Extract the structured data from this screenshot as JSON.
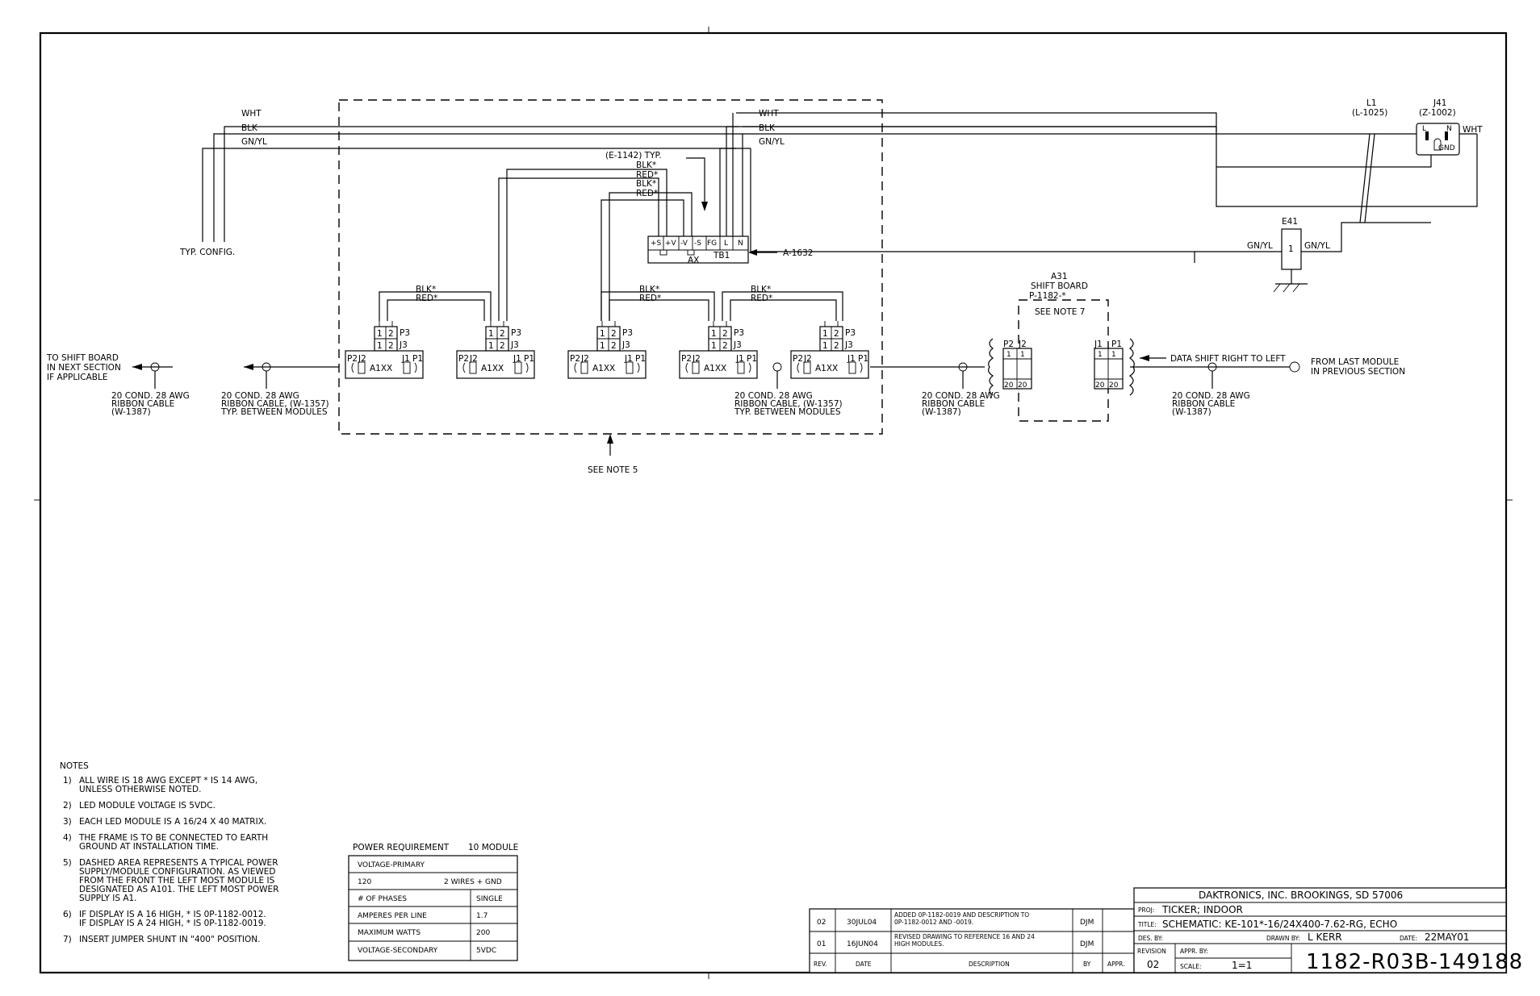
{
  "wiring": {
    "wht": "WHT",
    "blk": "BLK",
    "gnyl": "GN/YL",
    "typ_config": "TYP. CONFIG.",
    "e1142": "(E-1142) TYP.",
    "blk_star": "BLK*",
    "red_star": "RED*",
    "tb1_terminals": [
      "+S",
      "+V",
      "-V",
      "-S",
      "FG",
      "L",
      "N"
    ],
    "tb1": "TB1",
    "ax": "AX",
    "a1632": "A-1632",
    "l1": "L1",
    "l1_part": "(L-1025)",
    "j41": "J41",
    "j41_part": "(Z-1002)",
    "l": "L",
    "n": "N",
    "gnd": "GND",
    "e41": "E41",
    "e41_pin": "1"
  },
  "modules": {
    "p3": "P3",
    "j3": "J3",
    "p2": "P2",
    "j2": "J2",
    "j1": "J1",
    "p1": "P1",
    "name": "A1XX",
    "one": "1",
    "two": "2"
  },
  "shift_board": {
    "ref": "A31",
    "name": "SHIFT BOARD",
    "part": "P-1182-*",
    "note": "SEE NOTE 7",
    "p2": "P2",
    "j2": "J2",
    "j1": "J1",
    "p1": "P1",
    "pin1": "1",
    "pin20": "20"
  },
  "cables": {
    "to_shift_1": "TO SHIFT BOARD",
    "to_shift_2": "IN NEXT SECTION",
    "to_shift_3": "IF APPLICABLE",
    "c1387_1": "20 COND. 28 AWG",
    "c1387_2": "RIBBON CABLE",
    "c1387_3": "(W-1387)",
    "c1357_1": "20 COND. 28 AWG",
    "c1357_2": "RIBBON CABLE, (W-1357)",
    "c1357_3": "TYP. BETWEEN MODULES",
    "data_shift": "DATA SHIFT RIGHT TO LEFT",
    "from_last_1": "FROM LAST MODULE",
    "from_last_2": "IN PREVIOUS SECTION",
    "see_note5": "SEE NOTE 5"
  },
  "notes": {
    "heading": "NOTES",
    "items": [
      {
        "num": "1)",
        "lines": [
          "ALL WIRE IS 18 AWG EXCEPT * IS 14 AWG,",
          "UNLESS OTHERWISE NOTED."
        ]
      },
      {
        "num": "2)",
        "lines": [
          "LED MODULE VOLTAGE IS 5VDC."
        ]
      },
      {
        "num": "3)",
        "lines": [
          "EACH LED MODULE IS A 16/24 X 40 MATRIX."
        ]
      },
      {
        "num": "4)",
        "lines": [
          "THE FRAME IS TO BE CONNECTED TO EARTH",
          "GROUND AT INSTALLATION TIME."
        ]
      },
      {
        "num": "5)",
        "lines": [
          "DASHED AREA REPRESENTS A TYPICAL POWER",
          "SUPPLY/MODULE CONFIGURATION. AS VIEWED",
          "FROM THE FRONT THE LEFT MOST MODULE IS",
          "DESIGNATED AS A101. THE LEFT MOST POWER",
          "SUPPLY IS A1."
        ]
      },
      {
        "num": "6)",
        "lines": [
          "IF DISPLAY IS A 16 HIGH, * IS 0P-1182-0012.",
          "IF DISPLAY IS A 24 HIGH, * IS 0P-1182-0019."
        ]
      },
      {
        "num": "7)",
        "lines": [
          "INSERT JUMPER SHUNT IN \"400\" POSITION."
        ]
      }
    ]
  },
  "power_table": {
    "title": "POWER REQUIREMENT",
    "modules": "10 MODULE",
    "voltage_primary": "VOLTAGE-PRIMARY",
    "v120": "120",
    "wires": "2 WIRES + GND",
    "rows": [
      {
        "label": "# OF PHASES",
        "value": "SINGLE"
      },
      {
        "label": "AMPERES PER LINE",
        "value": "1.7"
      },
      {
        "label": "MAXIMUM WATTS",
        "value": "200"
      },
      {
        "label": "VOLTAGE-SECONDARY",
        "value": "5VDC"
      }
    ]
  },
  "revisions": {
    "rows": [
      {
        "rev": "02",
        "date": "30JUL04",
        "desc": [
          "ADDED 0P-1182-0019 AND DESCRIPTION TO",
          "0P-1182-0012 AND -0019."
        ],
        "by": "DJM",
        "appr": ""
      },
      {
        "rev": "01",
        "date": "16JUN04",
        "desc": [
          "REVISED DRAWING TO REFERENCE 16 AND 24",
          "HIGH MODULES."
        ],
        "by": "DJM",
        "appr": ""
      }
    ],
    "headers": {
      "rev": "REV.",
      "date": "DATE",
      "desc": "DESCRIPTION",
      "by": "BY",
      "appr": "APPR."
    }
  },
  "title_block": {
    "company": "DAKTRONICS, INC.   BROOKINGS, SD 57006",
    "proj_label": "PROJ:",
    "proj": "TICKER; INDOOR",
    "title_label": "TITLE:",
    "title": "SCHEMATIC: KE-101*-16/24X400-7.62-RG, ECHO",
    "des_label": "DES. BY:",
    "des": "",
    "drawn_label": "DRAWN BY:",
    "drawn": "L KERR",
    "date_label": "DATE:",
    "date": "22MAY01",
    "revision_label": "REVISION",
    "revision": "02",
    "appr_label": "APPR. BY:",
    "scale_label": "SCALE:",
    "scale": "1=1",
    "drawing_number": "1182-R03B-149188"
  }
}
